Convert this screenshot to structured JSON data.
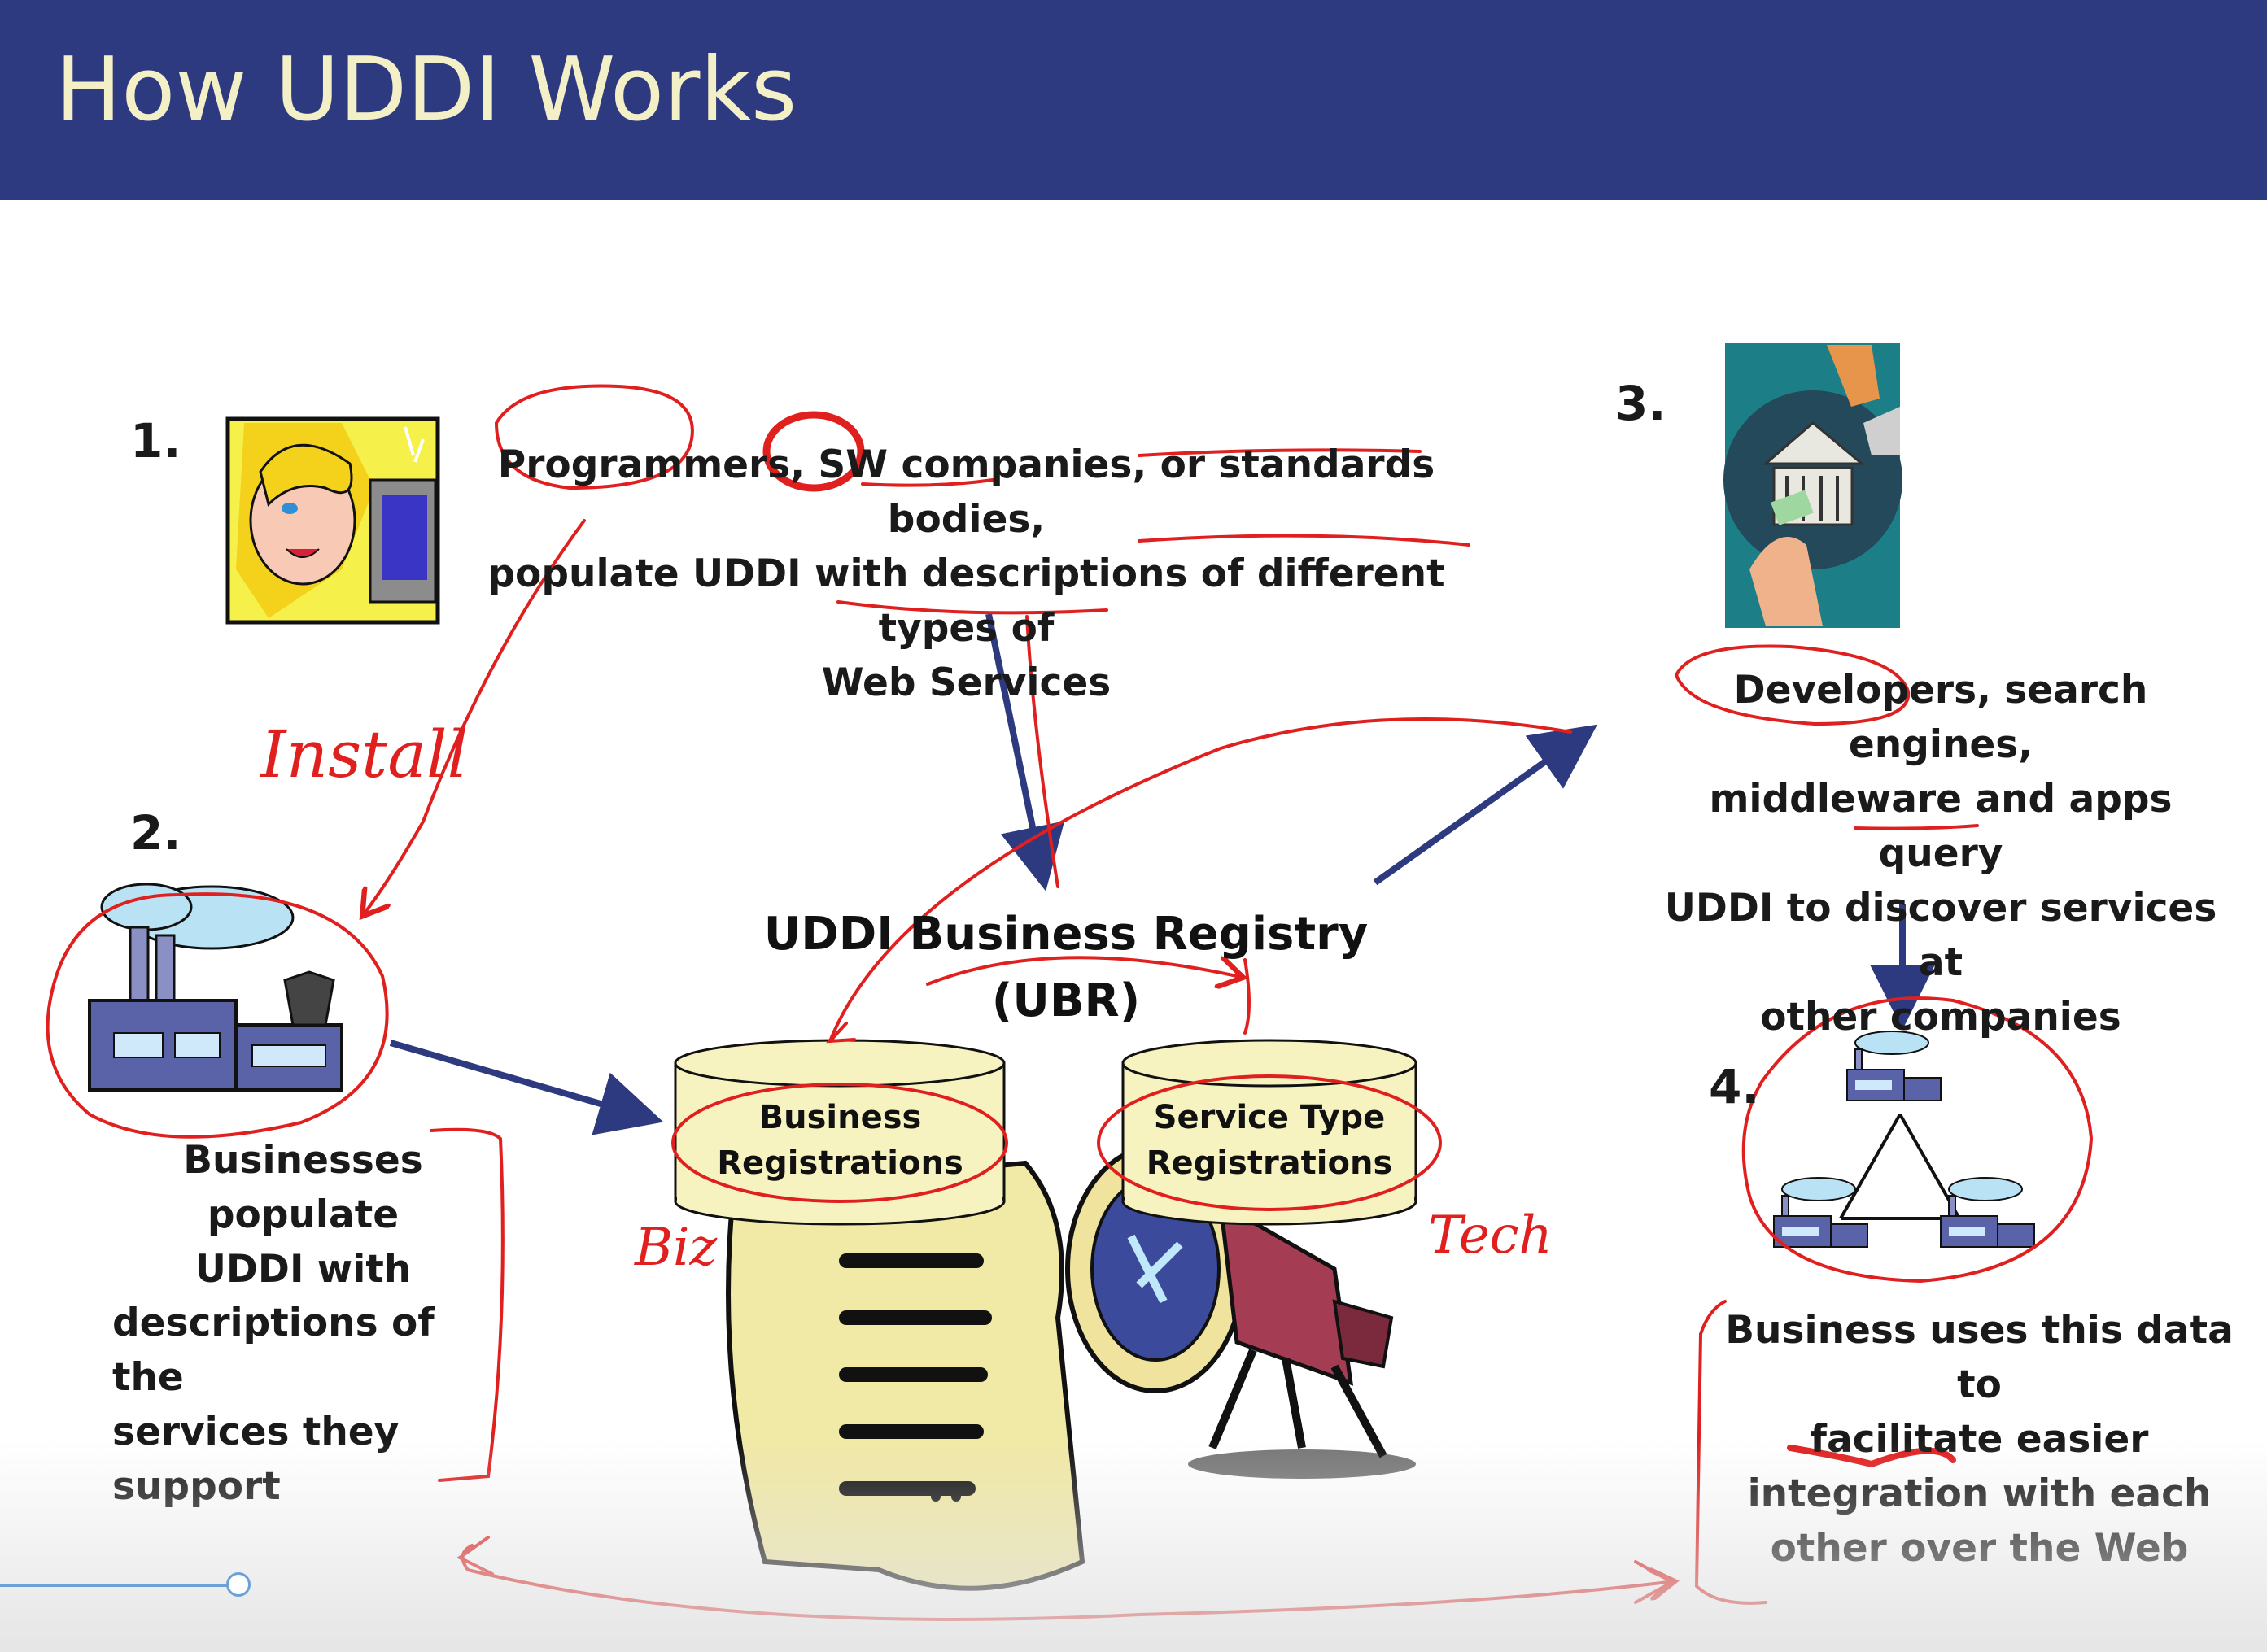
{
  "slide": {
    "title": "How UDDI Works",
    "step1": {
      "number": "1.",
      "text": "Programmers, SW companies, or standards bodies,\npopulate UDDI with descriptions of different types of\nWeb Services"
    },
    "step2": {
      "number": "2.",
      "text": "Businesses\npopulate\nUDDI with",
      "text_left": "descriptions of the\nservices they\nsupport"
    },
    "step3": {
      "number": "3.",
      "text": "Developers, search engines,\nmiddleware and apps query\nUDDI to discover services at\nother companies"
    },
    "step4": {
      "number": "4.",
      "text": "Business uses this data to\nfacilitate easier\nintegration with each\nother over the Web"
    },
    "registry": {
      "title": "UDDI Business Registry\n(UBR)",
      "business_registrations": "Business\nRegistrations",
      "service_type_registrations": "Service Type\nRegistrations"
    },
    "annotations": {
      "install": "Install",
      "biz": "Biz",
      "tech": "Tech"
    }
  },
  "player": {
    "progress": 0.105
  },
  "colors": {
    "title_bar": "#2e3a7f",
    "title_text": "#f3f0c8",
    "arrow": "#2e3a7f",
    "ink": "#e0201f",
    "cylinder": "#f7f3c0"
  }
}
